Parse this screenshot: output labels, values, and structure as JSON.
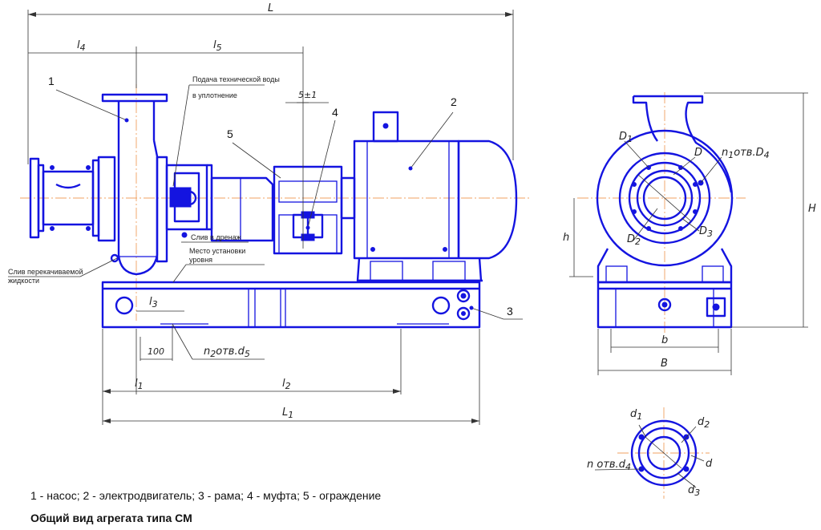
{
  "dimensions": {
    "L": "L",
    "l4": "l",
    "l4_sub": "4",
    "l5": "l",
    "l5_sub": "5",
    "gap": "5±1",
    "l3": "l",
    "l3_sub": "3",
    "d100": "100",
    "n2": "n",
    "n2_sub": "2",
    "n2_mid": "отв.d",
    "n2_sub2": "5",
    "l1": "l",
    "l1_sub": "1",
    "l2": "l",
    "l2_sub": "2",
    "L1": "L",
    "L1_sub": "1",
    "D1": "D",
    "D1_sub": "1",
    "D": "D",
    "n1": "n",
    "n1_sub": "1",
    "n1_mid": "отв.D",
    "n1_sub2": "4",
    "D2": "D",
    "D2_sub": "2",
    "D3": "D",
    "D3_sub": "3",
    "h": "h",
    "H": "H",
    "b": "b",
    "B": "B",
    "d1": "d",
    "d1_sub": "1",
    "d2": "d",
    "d2_sub": "2",
    "d": "d",
    "d3": "d",
    "d3_sub": "3",
    "n_otv": "n отв.d",
    "n_otv_sub": "4"
  },
  "annotations": {
    "water_supply_1": "Подача технической воды",
    "water_supply_2": "в уплотнение",
    "drain": "Слив в дренаж",
    "install_1": "Место установки",
    "install_2": "уровня",
    "pumped_drain_1": "Слив перекачиваемой",
    "pumped_drain_2": "жидкости"
  },
  "callouts": [
    "1",
    "2",
    "3",
    "4",
    "5"
  ],
  "legend": "1 - насос;  2 - электродвигатель;  3 - рама;  4 - муфта;  5 - ограждение",
  "caption": "Общий вид агрегата типа СМ",
  "colors": {
    "outline": "#1414e0",
    "centerline": "#f0a060",
    "dimension": "#333333"
  }
}
